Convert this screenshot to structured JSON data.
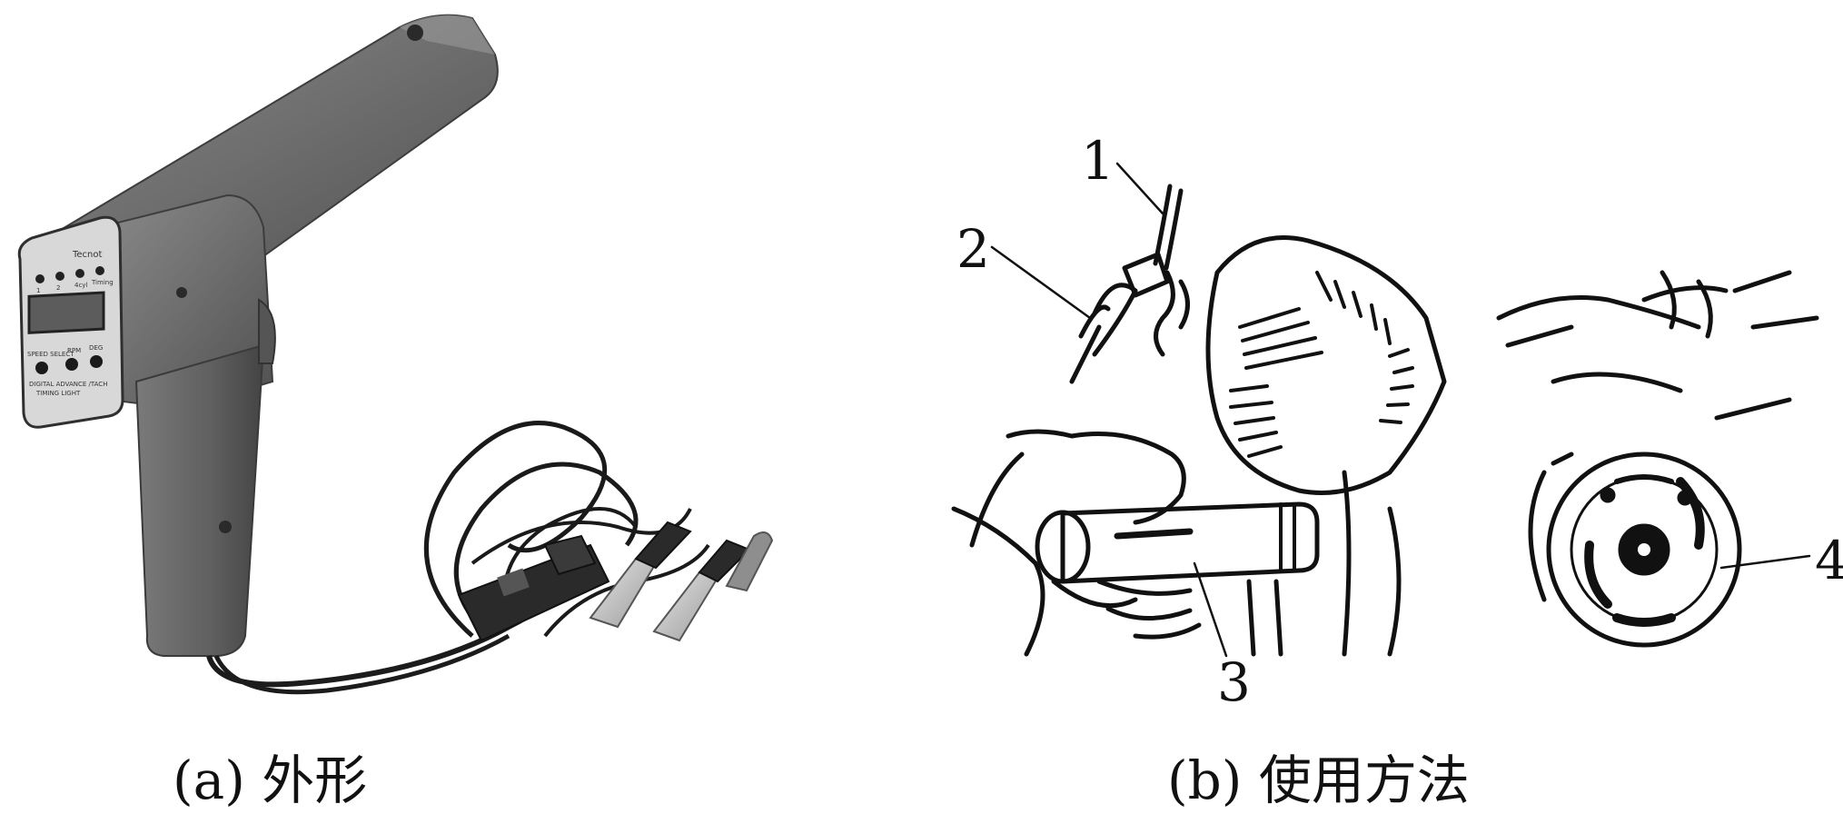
{
  "figure": {
    "panel_a": {
      "caption": "(a) 外形",
      "device_brand": "Tecnot",
      "device_label_line1": "DIGITAL ADVANCE /TACH",
      "device_label_line2": "TIMING LIGHT",
      "device_button_labels": [
        "SPEED SELECT",
        "RPM",
        "DEG"
      ],
      "device_indicator_labels": [
        "1",
        "2",
        "4cyl",
        "Timing"
      ]
    },
    "panel_b": {
      "caption": "(b) 使用方法",
      "callouts": [
        "1",
        "2",
        "3",
        "4"
      ]
    }
  },
  "colors": {
    "device_body": "#6f6f6f",
    "device_dark": "#4a4a4a",
    "cable": "#1c1c1c",
    "line_art": "#111111",
    "background": "#ffffff"
  }
}
